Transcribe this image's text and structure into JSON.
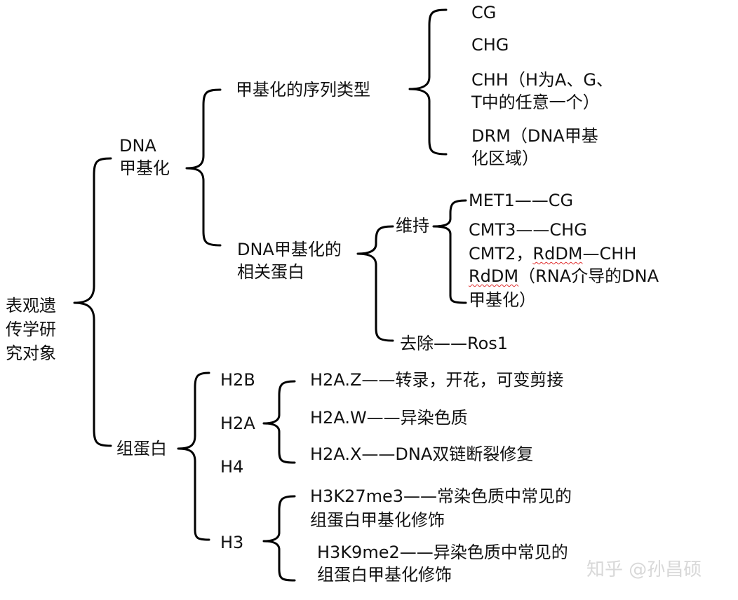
{
  "root": {
    "line1": "表观遗",
    "line2": "传学研",
    "line3": "究对象"
  },
  "dna": {
    "label_line1": "DNA",
    "label_line2": "甲基化",
    "seq_types": {
      "label": "甲基化的序列类型",
      "items": {
        "cg": "CG",
        "chg": "CHG",
        "chh_line1": "CHH（H为A、G、",
        "chh_line2": "T中的任意一个）",
        "drm_line1": "DRM（DNA甲基",
        "drm_line2": "化区域）"
      }
    },
    "proteins": {
      "label_line1": "DNA甲基化的",
      "label_line2": "相关蛋白",
      "maintain": {
        "label": "维持",
        "met1": "MET1——CG",
        "cmt3": "CMT3——CHG",
        "cmt2_prefix": "CMT2，",
        "cmt2_rddm": "RdDM",
        "cmt2_suffix": "—CHH",
        "rddm_word": "RdDM",
        "rddm_rest": "（RNA介导的DNA",
        "rddm_line2": "甲基化）"
      },
      "remove": "去除——Ros1"
    }
  },
  "histone": {
    "label": "组蛋白",
    "h2b": "H2B",
    "h2a": {
      "label": "H2A",
      "z": "H2A.Z——转录，开花，可变剪接",
      "w": "H2A.W——异染色质",
      "x": "H2A.X——DNA双链断裂修复"
    },
    "h4": "H4",
    "h3": {
      "label": "H3",
      "k27_line1": "H3K27me3——常染色质中常见的",
      "k27_line2": "组蛋白甲基化修饰",
      "k9_line1": "H3K9me2——异染色质中常见的",
      "k9_line2": "组蛋白甲基化修饰"
    }
  },
  "watermark": "知乎 @孙昌硕"
}
